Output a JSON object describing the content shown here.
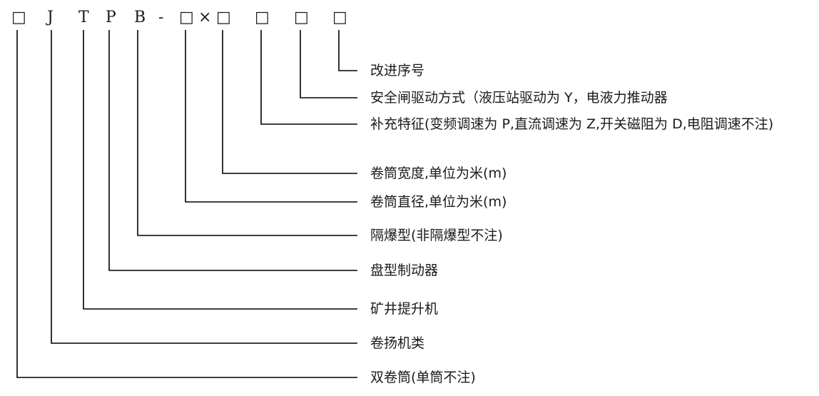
{
  "code_symbols": [
    "□",
    "J",
    "T",
    "P",
    "B",
    "-",
    "□",
    "×",
    "□",
    "□",
    "□",
    "□"
  ],
  "labels": [
    "改进序号",
    "安全闸驱动方式（液压站驱动为 Y，电液力推动器",
    "补充特征(变频调速为 P,直流调速为 Z,开关磁阻为 D,电阻调速不注)",
    "卷筒宽度,单位为米(m)",
    "卷筒直径,单位为米(m)",
    "隔爆型(非隔爆型不注)",
    "盘型制动器",
    "矿井提升机",
    "卷扬机类",
    "双卷筒(单筒不注)"
  ]
}
